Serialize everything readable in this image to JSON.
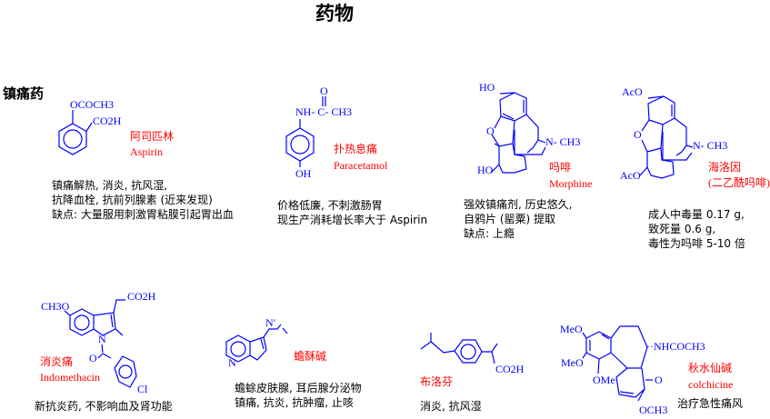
{
  "title": "药物",
  "section": "镇痛药",
  "colors": {
    "structure": "#0000ff",
    "name": "#ff0000",
    "text": "#000000"
  },
  "drugs": {
    "aspirin": {
      "name_cn": "阿司匹林",
      "name_en": "Aspirin",
      "atoms": {
        "ester": "OCOCH3",
        "acid": "CO2H"
      },
      "desc": [
        "镇痛解热, 消炎, 抗风湿,",
        "抗降血栓, 抗前列腺素 (近来发现)",
        "缺点: 大量服用刺激胃粘膜引起胃出血"
      ]
    },
    "paracetamol": {
      "name_cn": "扑热息痛",
      "name_en": "Paracetamol",
      "atoms": {
        "o": "O",
        "amide": "NH- C- CH3",
        "oh": "OH"
      },
      "desc": [
        "价格低廉, 不刺激肠胃",
        "现生产消耗增长率大于 Aspirin"
      ]
    },
    "morphine": {
      "name_cn": "吗啡",
      "name_en": "Morphine",
      "atoms": {
        "ho_top": "HO",
        "o": "O",
        "n": "N- CH3",
        "ho_bottom": "HO"
      },
      "desc": [
        "强效镇痛剂, 历史悠久,",
        "自鸦片 (罂粟) 提取",
        "缺点: 上瘾"
      ]
    },
    "heroin": {
      "name_cn": "海洛因",
      "name_en": "(二乙酰吗啡)",
      "atoms": {
        "aco_top": "AcO",
        "o": "O",
        "n": "N- CH3",
        "aco_bottom": "AcO"
      },
      "desc": [
        "成人中毒量 0.17 g,",
        "致死量 0.6 g,",
        "毒性为吗啡 5-10 倍"
      ]
    },
    "indomethacin": {
      "name_cn": "消炎痛",
      "name_en": "Indomethacin",
      "atoms": {
        "methoxy": "CH3O",
        "acid": "CO2H",
        "n": "N",
        "o": "O",
        "cl": "Cl"
      },
      "desc": [
        "新抗炎药, 不影响血及肾功能"
      ]
    },
    "bufotenine": {
      "name_cn": "蟾酥碱",
      "atoms": {
        "n_amine": "N′",
        "n_ring": "N"
      },
      "desc": [
        "蟾蜍皮肤腺, 耳后腺分泌物",
        "镇痛, 抗炎, 抗肿瘤, 止咳"
      ]
    },
    "ibuprofen": {
      "name_cn": "布洛芬",
      "atoms": {
        "acid": "CO2H"
      },
      "desc": [
        "消炎, 抗风湿"
      ]
    },
    "colchicine": {
      "name_cn": "秋水仙碱",
      "name_en": "colchicine",
      "atoms": {
        "meo1": "MeO",
        "meo2": "MeO",
        "ome": "OMe",
        "amide": "··NHCOCH3",
        "o": "O",
        "och3": "OCH3"
      },
      "desc": [
        "治疗急性痛风"
      ]
    }
  }
}
